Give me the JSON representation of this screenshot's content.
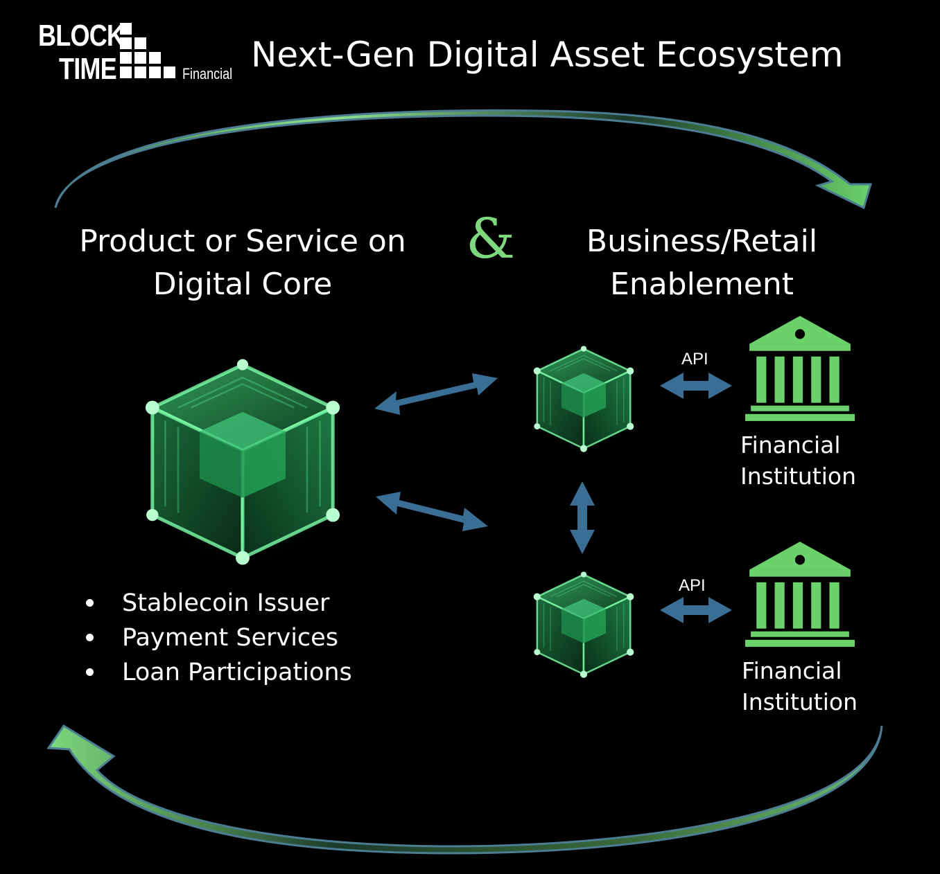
{
  "logo": {
    "line1": "BLOCK",
    "line2": "TIME",
    "sub": "Financial"
  },
  "title": "Next-Gen Digital Asset Ecosystem",
  "left_heading": {
    "line1": "Product or Service on",
    "line2": "Digital Core"
  },
  "ampersand": "&",
  "right_heading": {
    "line1": "Business/Retail",
    "line2": "Enablement"
  },
  "bullets": [
    "Stablecoin Issuer",
    "Payment Services",
    "Loan Participations"
  ],
  "institutions": [
    {
      "line1": "Financial",
      "line2": "Institution",
      "connector": "API"
    },
    {
      "line1": "Financial",
      "line2": "Institution",
      "connector": "API"
    }
  ],
  "colors": {
    "accent_green": "#7ed87e",
    "bank_green": "#6bd26b",
    "arrow_blue": "#3a6e94",
    "background": "#000000"
  },
  "icons": [
    "cube-core-icon",
    "cube-node-icon",
    "bank-icon",
    "double-arrow-icon",
    "cycle-arrow-icon"
  ]
}
